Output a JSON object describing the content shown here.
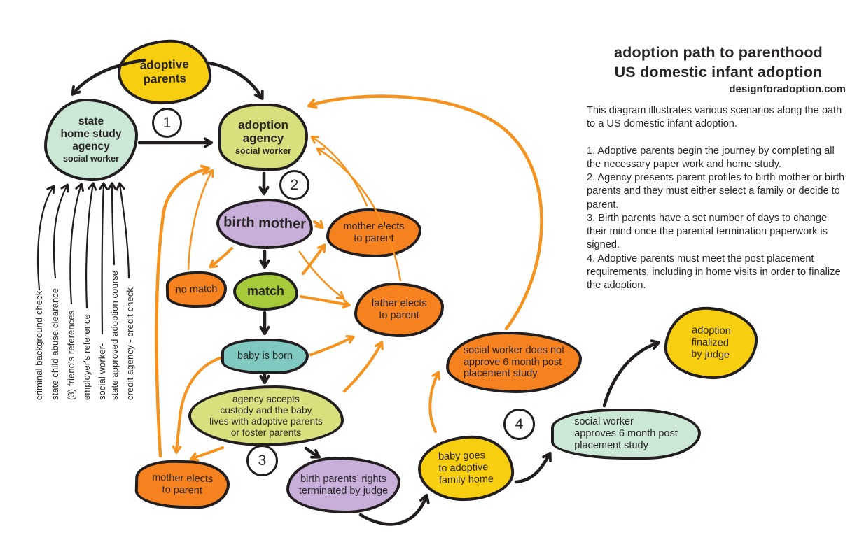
{
  "header": {
    "title_line1": "adoption path to parenthood",
    "title_line2": "US domestic infant adoption",
    "website": "designforadoption.com"
  },
  "description": {
    "intro": "This diagram illustrates various scenarios along the path to a US domestic infant adoption.",
    "steps": [
      "1. Adoptive parents begin the journey by completing all the necessary paper work and home study.",
      "2. Agency presents parent profiles to birth mother or birth parents and they must either select a family or decide to parent.",
      "3. Birth parents have a set number of days to change their mind once the parental termination paperwork is signed.",
      "4. Adoptive parents must meet the post placement requirements, including in home visits in order to finalize the adoption."
    ]
  },
  "step_markers": {
    "one": "1",
    "two": "2",
    "three": "3",
    "four": "4"
  },
  "checklist": {
    "items": [
      "criminal background check",
      "state child abuse clearance",
      "(3) friend's references",
      "employer's reference",
      "social worker-",
      "state approved adoption course",
      "credit agency - credit check"
    ]
  },
  "nodes": [
    {
      "id": "adoptive-parents",
      "label": "adoptive\nparents"
    },
    {
      "id": "state-home-study",
      "label": "state\nhome study\nagency",
      "sublabel": "social worker"
    },
    {
      "id": "adoption-agency",
      "label": "adoption\nagency",
      "sublabel": "social worker"
    },
    {
      "id": "birth-mother",
      "label": "birth mother"
    },
    {
      "id": "mother-elects-1",
      "label": "mother elects\nto parent"
    },
    {
      "id": "no-match",
      "label": "no match"
    },
    {
      "id": "match",
      "label": "match"
    },
    {
      "id": "father-elects",
      "label": "father elects\nto parent"
    },
    {
      "id": "baby-is-born",
      "label": "baby is born"
    },
    {
      "id": "agency-accepts",
      "label": "agency accepts\ncustody and the baby\nlives with adoptive parents\nor foster parents"
    },
    {
      "id": "mother-elects-2",
      "label": "mother elects\nto parent"
    },
    {
      "id": "birth-parents-rights",
      "label": "birth parents’ rights\nterminated by judge"
    },
    {
      "id": "baby-goes-home",
      "label": "baby goes\nto adoptive\nfamily home"
    },
    {
      "id": "sw-not-approve",
      "label": "social worker does not\napprove 6 month post\nplacement study"
    },
    {
      "id": "sw-approve",
      "label": "social worker\napproves 6 month post\nplacement study"
    },
    {
      "id": "adoption-finalized",
      "label": "adoption\nfinalized\nby judge"
    }
  ],
  "colors": {
    "outline": "#221e1f",
    "yellow": "#f7ce10",
    "mint": "#cbe7d6",
    "yellow_green": "#d8df7d",
    "purple": "#c7afd9",
    "orange_fill": "#f5811f",
    "orange_arrow": "#f6921e",
    "green": "#a5cb3a",
    "teal": "#7fc9c1"
  }
}
